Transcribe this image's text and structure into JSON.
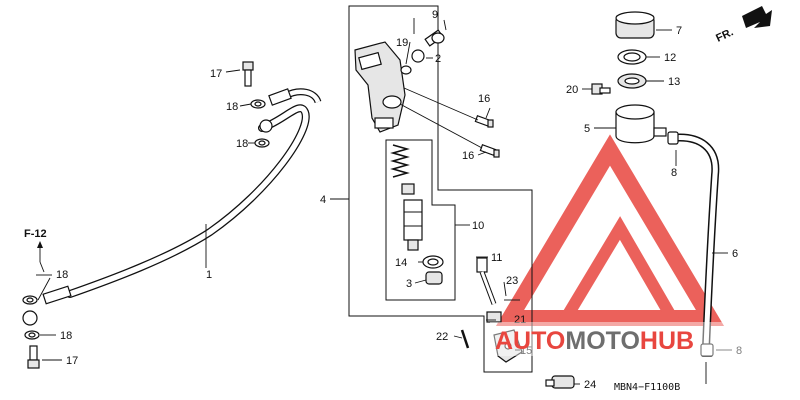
{
  "labels": {
    "p1": "1",
    "p2": "2",
    "p3": "3",
    "p4": "4",
    "p5": "5",
    "p6": "6",
    "p7": "7",
    "p8a": "8",
    "p8b": "8",
    "p9": "9",
    "p10": "10",
    "p11": "11",
    "p12": "12",
    "p13": "13",
    "p14": "14",
    "p15": "15",
    "p16a": "16",
    "p16b": "16",
    "p17a": "17",
    "p17b": "17",
    "p18a": "18",
    "p18b": "18",
    "p18c": "18",
    "p18d": "18",
    "p19": "19",
    "p20": "20",
    "p21": "21",
    "p22": "22",
    "p23": "23",
    "p24": "24"
  },
  "ref_f12": "F-12",
  "fr_label": "FR.",
  "diagram_code": "MBN4−F1100B",
  "watermark": {
    "part1": "AUTO",
    "part2": "MOTO",
    "part3": "HUB"
  },
  "colors": {
    "watermark_red": "#e8463f",
    "watermark_grey": "#6e6e6e",
    "line": "#111111"
  }
}
